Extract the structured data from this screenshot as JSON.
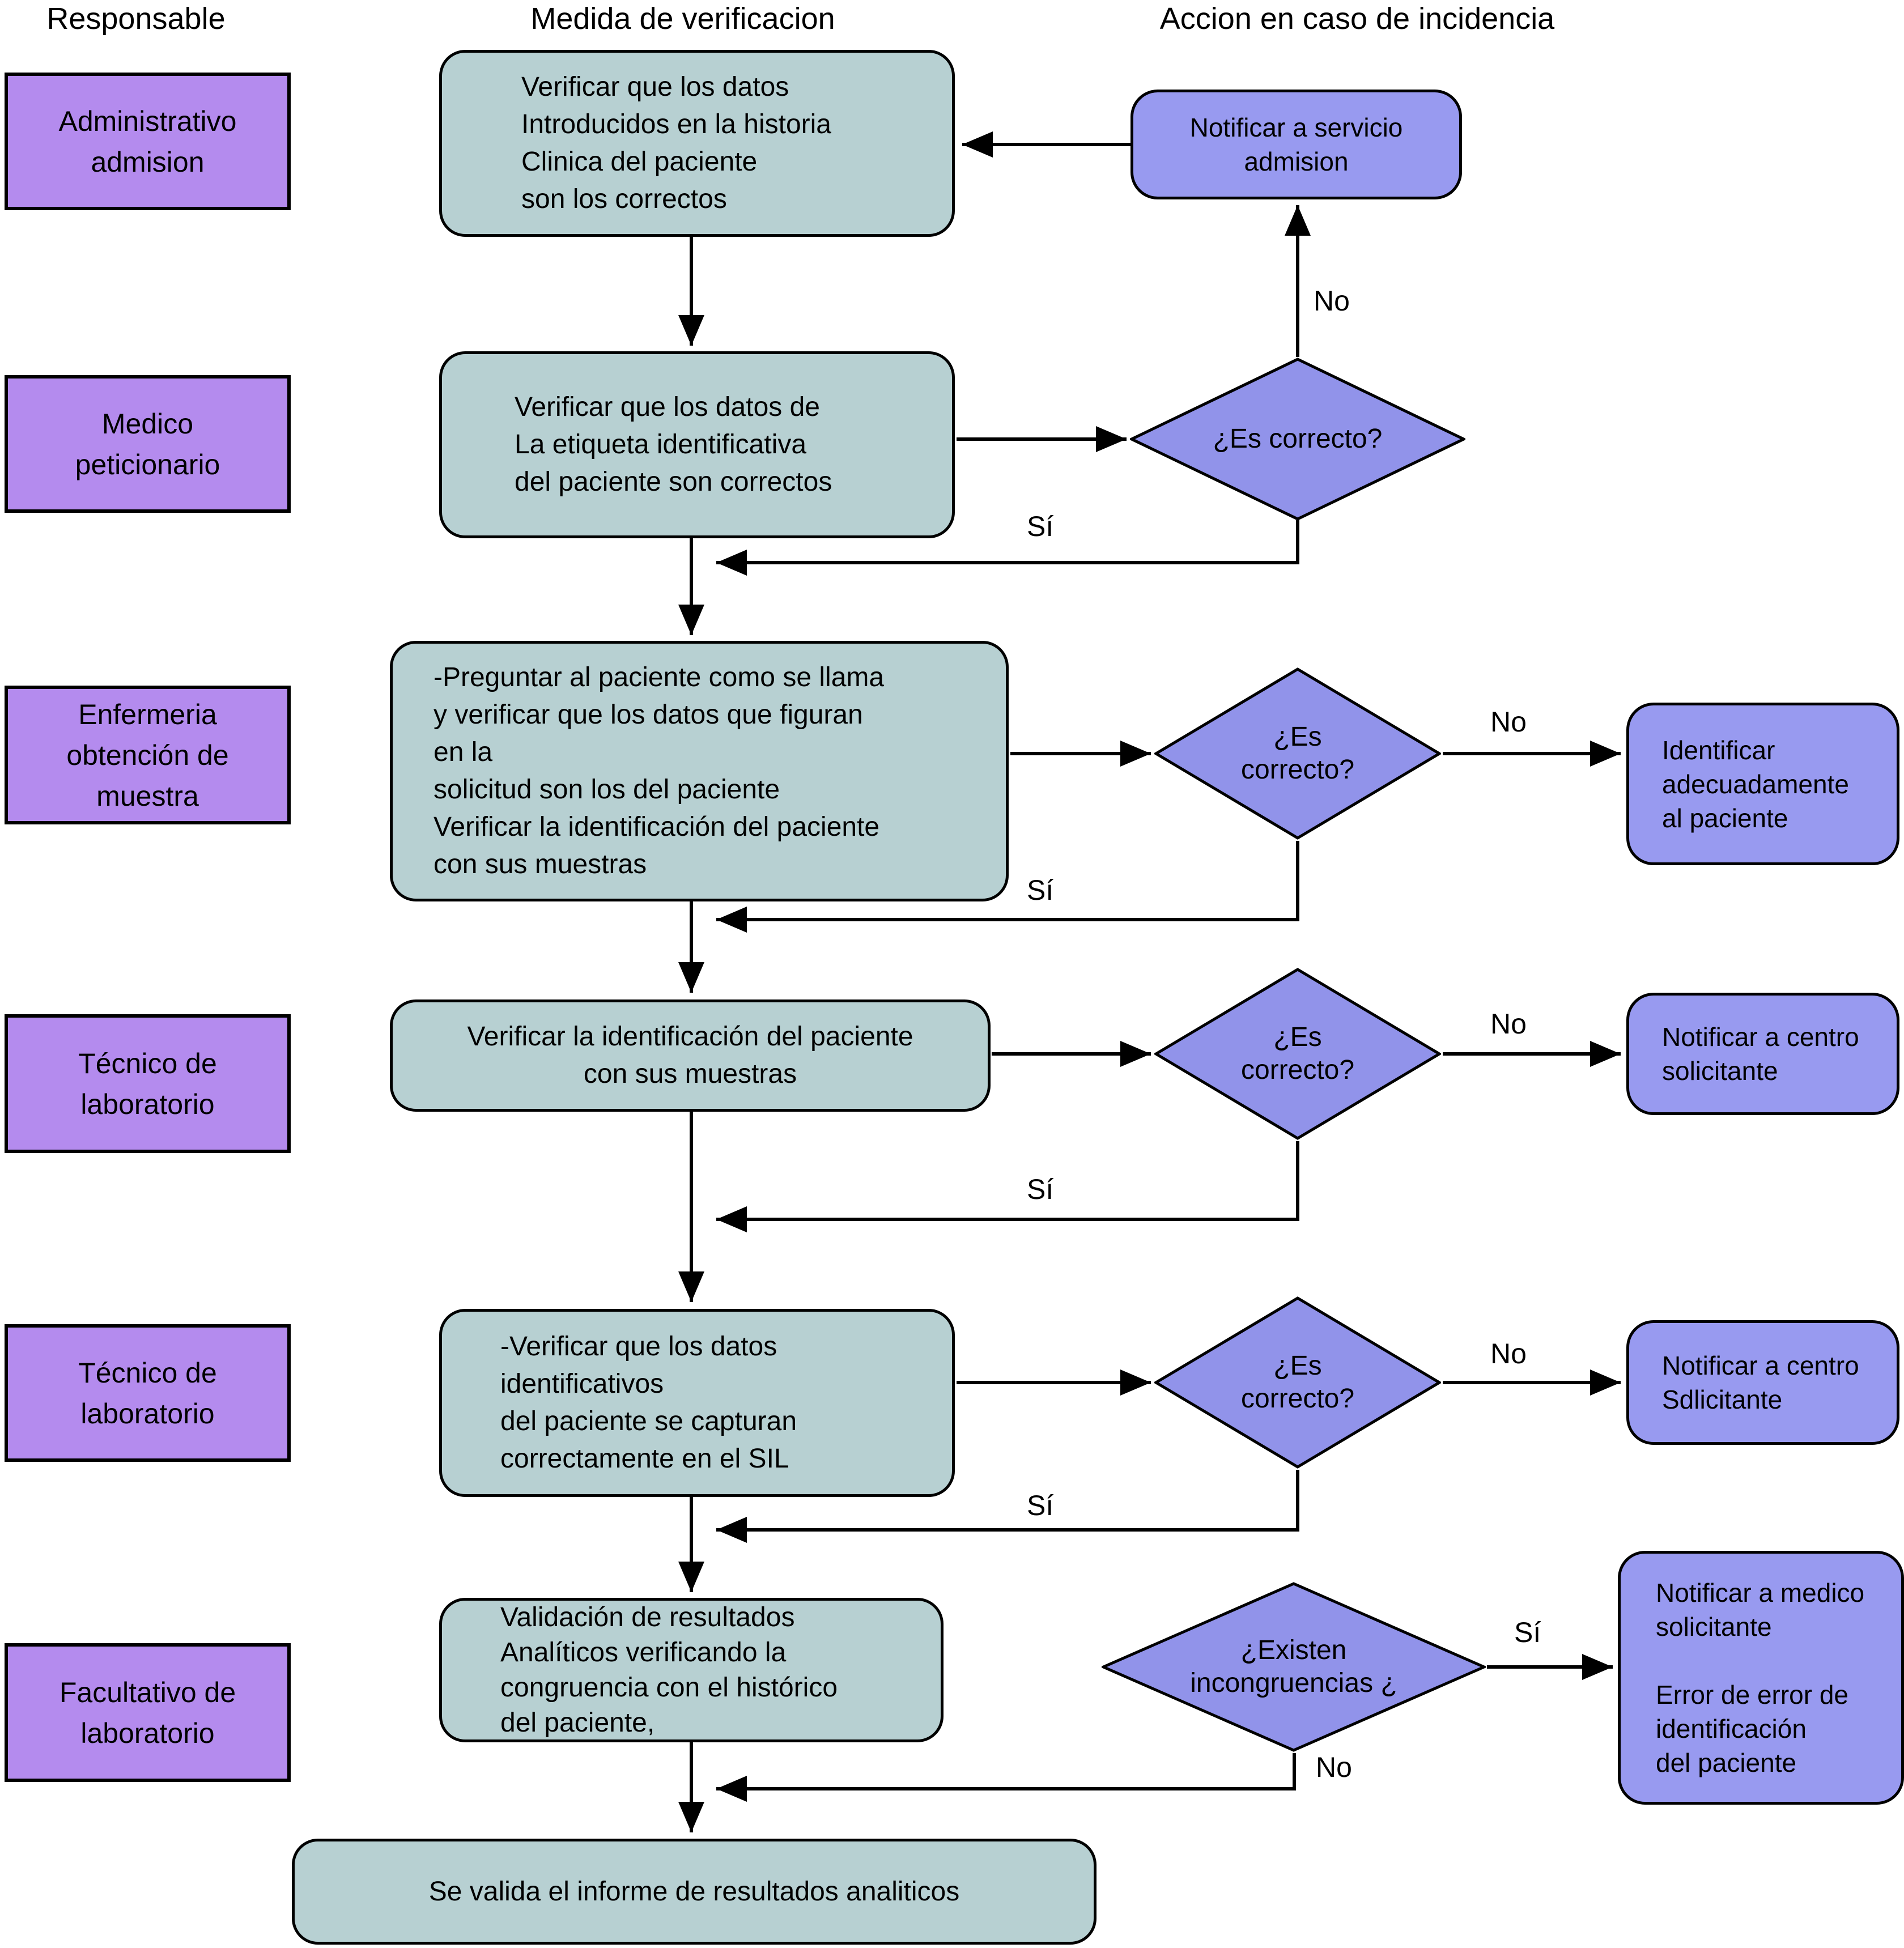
{
  "headers": {
    "responsable": "Responsable",
    "medida": "Medida de verificacion",
    "accion": "Accion en caso de incidencia"
  },
  "colors": {
    "role_fill": "#b48bee",
    "step_fill": "#b7d0d2",
    "action_fill": "#989af0",
    "decision_fill": "#9193ea",
    "line": "#000000",
    "background": "#ffffff"
  },
  "roles": [
    {
      "label": "Administrativo\nadmision"
    },
    {
      "label": "Medico\npeticionario"
    },
    {
      "label": "Enfermeria\nobtención de\nmuestra"
    },
    {
      "label": "Técnico de\nlaboratorio"
    },
    {
      "label": "Técnico de\nlaboratorio"
    },
    {
      "label": "Facultativo de\nlaboratorio"
    }
  ],
  "steps": [
    {
      "text": "Verificar que los datos\nIntroducidos en la historia\nClinica del paciente\nson los correctos"
    },
    {
      "text": "Verificar que los datos de\nLa etiqueta identificativa\ndel paciente son correctos"
    },
    {
      "text": "-Preguntar al paciente como se llama\ny verificar que los datos que figuran\nen la\nsolicitud son los del paciente\nVerificar la identificación del paciente\ncon sus muestras"
    },
    {
      "text": "Verificar la identificación del paciente\ncon sus muestras"
    },
    {
      "text": "-Verificar que los datos\nidentificativos\ndel paciente se capturan\ncorrectamente en el SIL"
    },
    {
      "text": "Validación de resultados\nAnalíticos verificando la\ncongruencia con el histórico\ndel paciente,"
    },
    {
      "text": "Se valida el informe de resultados analiticos"
    }
  ],
  "decisions": [
    {
      "text": "¿Es correcto?"
    },
    {
      "text": "¿Es\ncorrecto?"
    },
    {
      "text": "¿Es\ncorrecto?"
    },
    {
      "text": "¿Es\ncorrecto?"
    },
    {
      "text": "¿Existen\nincongruencias ¿"
    }
  ],
  "actions": [
    {
      "text": "Notificar a servicio\nadmision"
    },
    {
      "text": "Identificar\nadecuadamente\nal paciente"
    },
    {
      "text": "Notificar a centro\nsolicitante"
    },
    {
      "text": "Notificar a centro\nSdlicitante"
    },
    {
      "text": "Notificar a medico\nsolicitante\n\nError de error de\nidentificación\ndel paciente"
    }
  ],
  "edge_labels": {
    "yes": "Sí",
    "no": "No"
  }
}
